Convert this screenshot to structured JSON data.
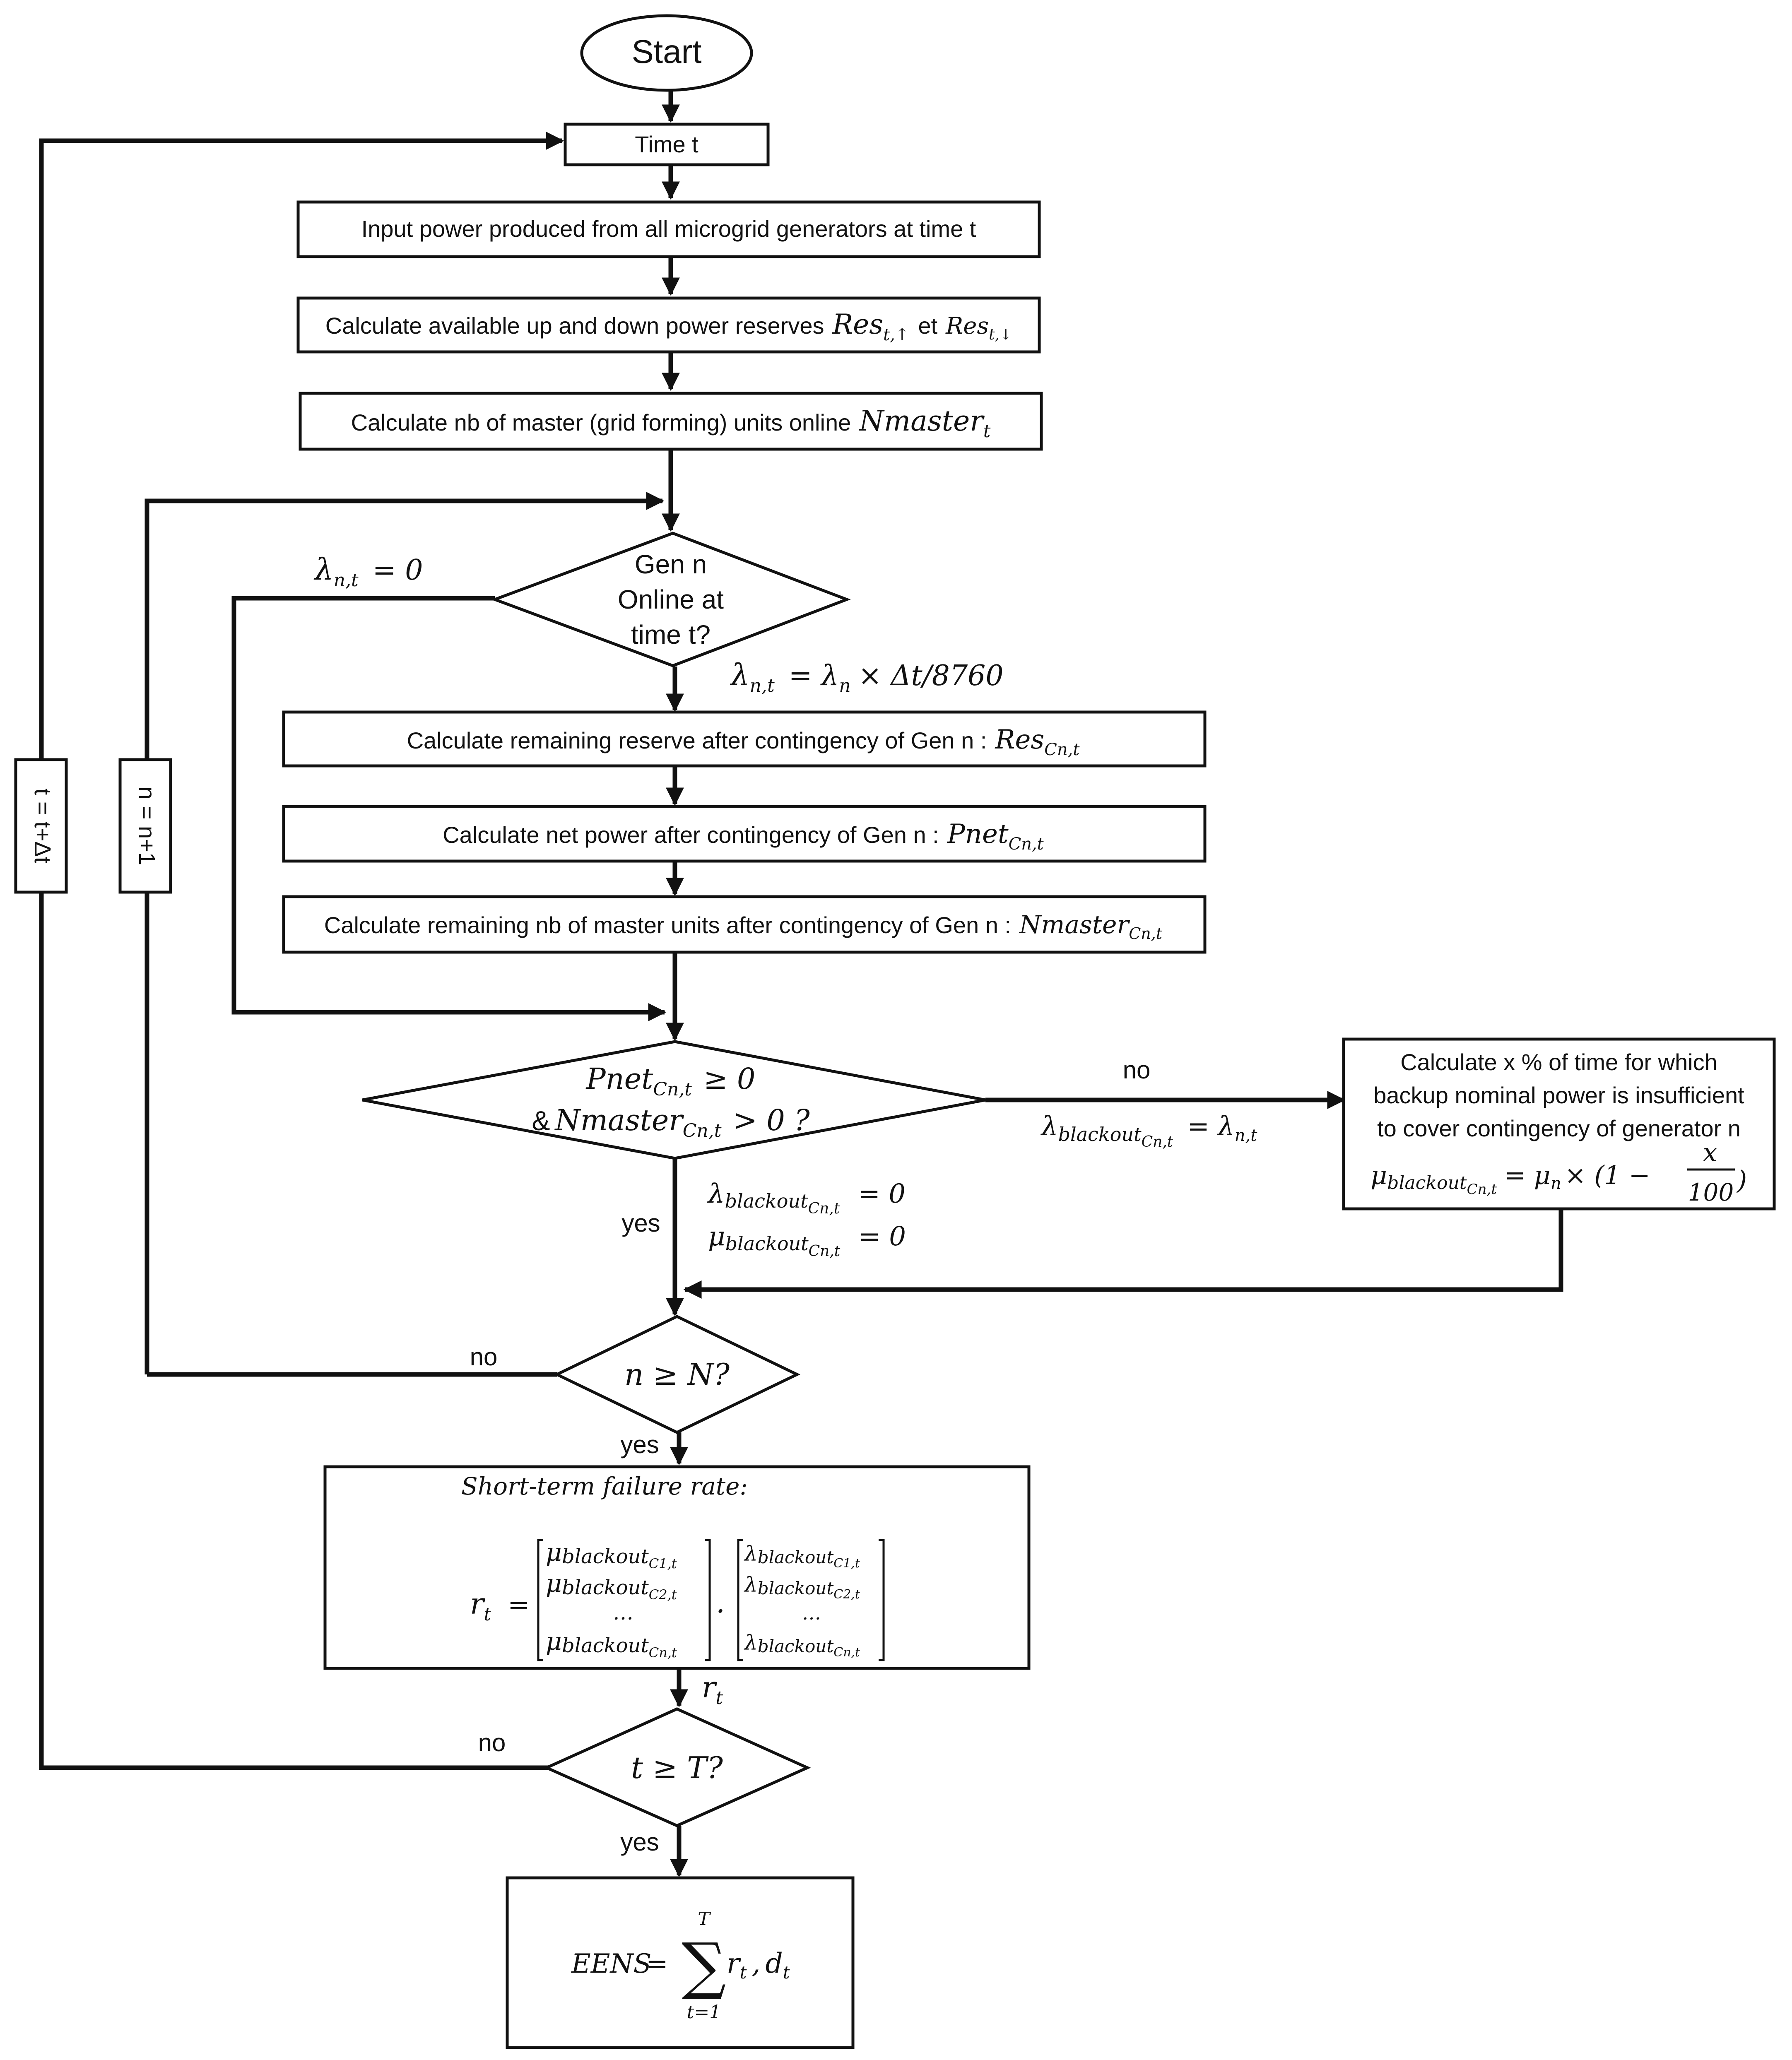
{
  "nodes": {
    "start": "Start",
    "time": "Time t",
    "input_power": "Input power produced from all microgrid generators at time t",
    "reserves": {
      "text": "Calculate available up and down power reserves",
      "res": "Res",
      "res_up_sub": "t,↑",
      "et": "et",
      "res_down_sub": "t,↓"
    },
    "nmaster": {
      "text": "Calculate nb of master (grid forming) units online",
      "sym": "Nmaster",
      "sub": "t"
    },
    "gen_online": [
      "Gen n",
      "Online at",
      "time t?"
    ],
    "remaining_reserve": {
      "text": "Calculate remaining reserve after contingency of Gen n :",
      "sym": "Res",
      "sub": "Cn,t"
    },
    "net_power": {
      "text": "Calculate net power after contingency of Gen n :",
      "sym": "Pnet",
      "sub": "Cn,t"
    },
    "remaining_master": {
      "text": "Calculate remaining nb of master units after contingency of Gen n :",
      "sym": "Nmaster",
      "sub": "Cn,t"
    },
    "condition": {
      "line1_sym": "Pnet",
      "line1_sub": "Cn,t",
      "line1_rest": "≥  0",
      "line2_prefix": "&",
      "line2_sym": "Nmaster",
      "line2_sub": "Cn,t",
      "line2_rest": ">  0 ?"
    },
    "backup": {
      "lines": [
        "Calculate x % of time for which",
        "backup nominal power is insufficient",
        "to  cover contingency of generator n"
      ],
      "mu": "μ",
      "mu_sub": "blackout",
      "mu_subsub": "Cn,t",
      "eq": "= μ",
      "mu_n_sub": "n",
      "rest": "× (1 −",
      "frac_num": "x",
      "frac_den": "100",
      "close": ")"
    },
    "n_check": "n ≥ N?",
    "short_term": {
      "title": "Short-term failure rate:",
      "r": "r",
      "r_sub": "t",
      "eq": "=",
      "mu_rows": [
        "C1,t",
        "C2,t",
        "…",
        "Cn,t"
      ],
      "lambda_rows": [
        "C1,t",
        "C2,t",
        "…",
        "Cn,t"
      ],
      "mu_sym": "μ",
      "lambda_sym": "λ",
      "blackout": "blackout",
      "dot": "."
    },
    "t_check": "t  ≥  T?",
    "eens": {
      "lhs": "EENS",
      "eq": "=",
      "sigma": "∑",
      "upper": "T",
      "lower": "t=1",
      "term": "r",
      "term_sub": "t",
      "comma": ",",
      "d": "d",
      "d_sub": "t"
    }
  },
  "edge_labels": {
    "lambda_zero": {
      "sym": "λ",
      "sub": "n,t",
      "rest": "=  0"
    },
    "lambda_eq": {
      "sym": "λ",
      "sub": "n,t",
      "rest": "=  λ",
      "rest_sub": "n",
      "tail": "× Δt/8760"
    },
    "no_right": "no",
    "lambda_blackout": {
      "sym": "λ",
      "sub": "blackout",
      "subsub": "Cn,t",
      "rest": "=  λ",
      "rest_sub": "n,t"
    },
    "yes_cond": "yes",
    "lambda_blackout_zero": {
      "sym": "λ",
      "sub": "blackout",
      "subsub": "Cn,t",
      "rest": "=  0"
    },
    "mu_blackout_zero": {
      "sym": "μ",
      "sub": "blackout",
      "subsub": "Cn,t",
      "rest": "=  0"
    },
    "no_n": "no",
    "yes_n": "yes",
    "r_t": {
      "sym": "r",
      "sub": "t"
    },
    "no_t": "no",
    "yes_t": "yes"
  },
  "loops": {
    "t_update": "t = t+Δt",
    "n_update": "n = n+1"
  }
}
